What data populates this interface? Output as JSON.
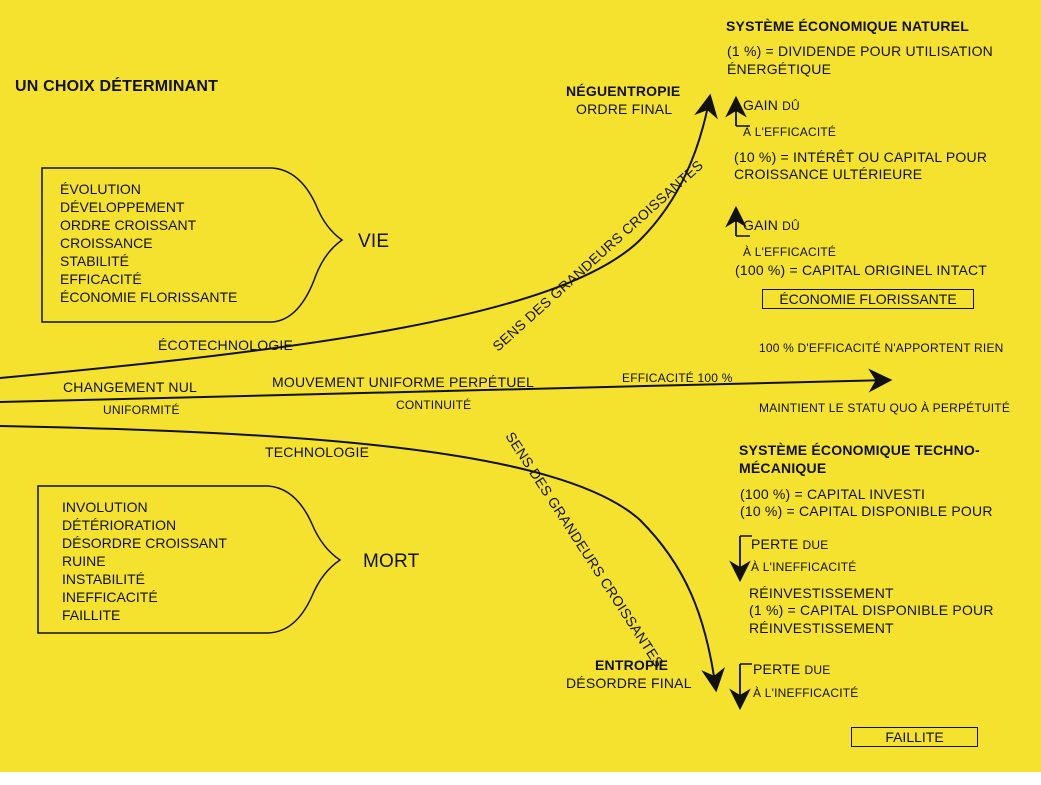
{
  "title": "UN CHOIX DÉTERMINANT",
  "life": {
    "items": [
      "ÉVOLUTION",
      "DÉVELOPPEMENT",
      "ORDRE CROISSANT",
      "CROISSANCE",
      "STABILITÉ",
      "EFFICACITÉ",
      "ÉCONOMIE FLORISSANTE"
    ],
    "label": "VIE"
  },
  "death": {
    "items": [
      "INVOLUTION",
      "DÉTÉRIORATION",
      "DÉSORDRE CROISSANT",
      "RUINE",
      "INSTABILITÉ",
      "INEFFICACITÉ",
      "FAILLITE"
    ],
    "label": "MORT"
  },
  "curves": {
    "ecotech": "ÉCOTECHNOLOGIE",
    "tech": "TECHNOLOGIE",
    "sens_up": "SENS DES GRANDEURS CROISSANTES",
    "sens_down": "SENS DES GRANDEURS CROISSANTES"
  },
  "middle": {
    "changement": "CHANGEMENT NUL",
    "uniformite": "Uniformité",
    "mouvement": "MOUVEMENT UNIFORME PERPÉTUEL",
    "continuite": "Continuité",
    "efficacite": "Efficacité 100 %",
    "apportent": "100 % d'efficacité n'apportent rien",
    "statu_quo": "Maintient le statu quo à perpétuité"
  },
  "neg": {
    "title": "NÉGUENTROPIE",
    "sub": "ORDRE FINAL"
  },
  "ent": {
    "title": "ENTROPIE",
    "sub": "DÉSORDRE FINAL"
  },
  "natural": {
    "title": "SYSTÈME ÉCONOMIQUE NATUREL",
    "l1a": "(1 %) = DIVIDENDE POUR UTILISATION",
    "l1b": "ÉNERGÉTIQUE",
    "gain_a": "GAIN",
    "du": "dû",
    "a_eff": "à l'efficacité",
    "l2a": "(10 %) = INTÉRÊT OU CAPITAL POUR",
    "l2b": "CROISSANCE ULTÉRIEURE",
    "l3": "(100 %) = CAPITAL ORIGINEL INTACT",
    "box": "ÉCONOMIE FLORISSANTE"
  },
  "techno": {
    "title_a": "SYSTÈME ÉCONOMIQUE TECHNO-",
    "title_b": "MÉCANIQUE",
    "l1": "(100 %) = CAPITAL INVESTI",
    "l2": "(10 %) = CAPITAL DISPONIBLE POUR",
    "perte": "PERTE",
    "due": "due",
    "a_ineff": "à l'inefficacité",
    "reinv": "RÉINVESTISSEMENT",
    "l3a": "(1 %) = CAPITAL DISPONIBLE POUR",
    "l3b": "RÉINVESTISSEMENT",
    "box": "FAILLITE"
  },
  "colors": {
    "paper": "#f4e22e",
    "ink": "#111111"
  }
}
